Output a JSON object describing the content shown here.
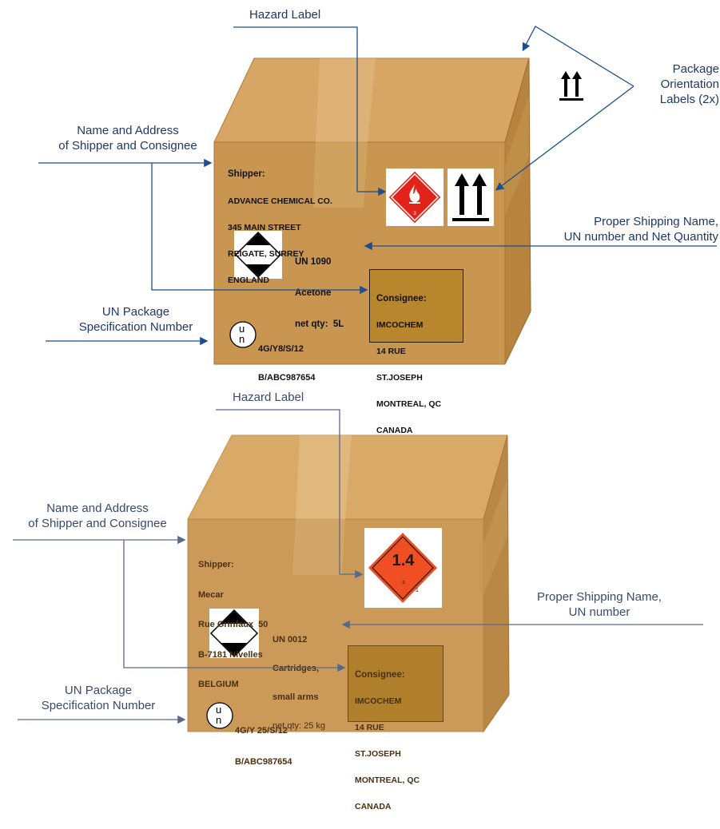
{
  "top": {
    "callouts": {
      "hazard": "Hazard Label",
      "orientation_1": "Package",
      "orientation_2": "Orientation",
      "orientation_3": "Labels (2x)",
      "name_1": "Name and Address",
      "name_2": "of Shipper and Consignee",
      "psn_1": "Proper Shipping Name,",
      "psn_2": "UN number and Net Quantity",
      "unpkg_1": "UN Package",
      "unpkg_2": "Specification Number"
    },
    "shipper": [
      "Shipper:",
      "ADVANCE CHEMICAL CO.",
      "345 MAIN STREET",
      "REIGATE, SURREY",
      "ENGLAND"
    ],
    "product": [
      "UN 1090",
      "Acetone",
      "net qty:  5L"
    ],
    "consignee": [
      "Consignee:",
      "IMCOCHEM",
      "14 RUE",
      "ST.JOSEPH",
      "MONTREAL, QC",
      "CANADA"
    ],
    "un_spec": [
      "4G/Y8/S/12",
      "B/ABC987654"
    ],
    "un_logo": [
      "u",
      "n"
    ]
  },
  "bottom": {
    "callouts": {
      "hazard": "Hazard Label",
      "name_1": "Name and Address",
      "name_2": "of Shipper and Consignee",
      "psn_1": "Proper Shipping Name,",
      "psn_2": "UN number",
      "unpkg_1": "UN Package",
      "unpkg_2": "Specification Number"
    },
    "shipper": [
      "Shipper:",
      "Mecar",
      "Rue Grinfaux  50",
      "B-7181 Nivelles",
      "BELGIUM"
    ],
    "product": [
      "UN 0012",
      "Cartridges,",
      "small arms",
      "net qty: 25 kg"
    ],
    "consignee": [
      "Consignee:",
      "IMCOCHEM",
      "14 RUE",
      "ST.JOSEPH",
      "MONTREAL, QC",
      "CANADA"
    ],
    "un_spec": [
      "4G/Y 25/S/12",
      "B/ABC987654"
    ],
    "un_logo": [
      "u",
      "n"
    ],
    "hazard_division": "1.4"
  },
  "colors": {
    "box_front": "#c89651",
    "box_top": "#d7a564",
    "box_side": "#b7843f",
    "arrow": "#1f4e8c",
    "hazard_red": "#e2231a",
    "explosive_orange": "#f04e23"
  },
  "icons": [
    "flame-icon",
    "up-arrows-icon",
    "limited-quantity-diamond-icon",
    "un-logo-icon"
  ]
}
